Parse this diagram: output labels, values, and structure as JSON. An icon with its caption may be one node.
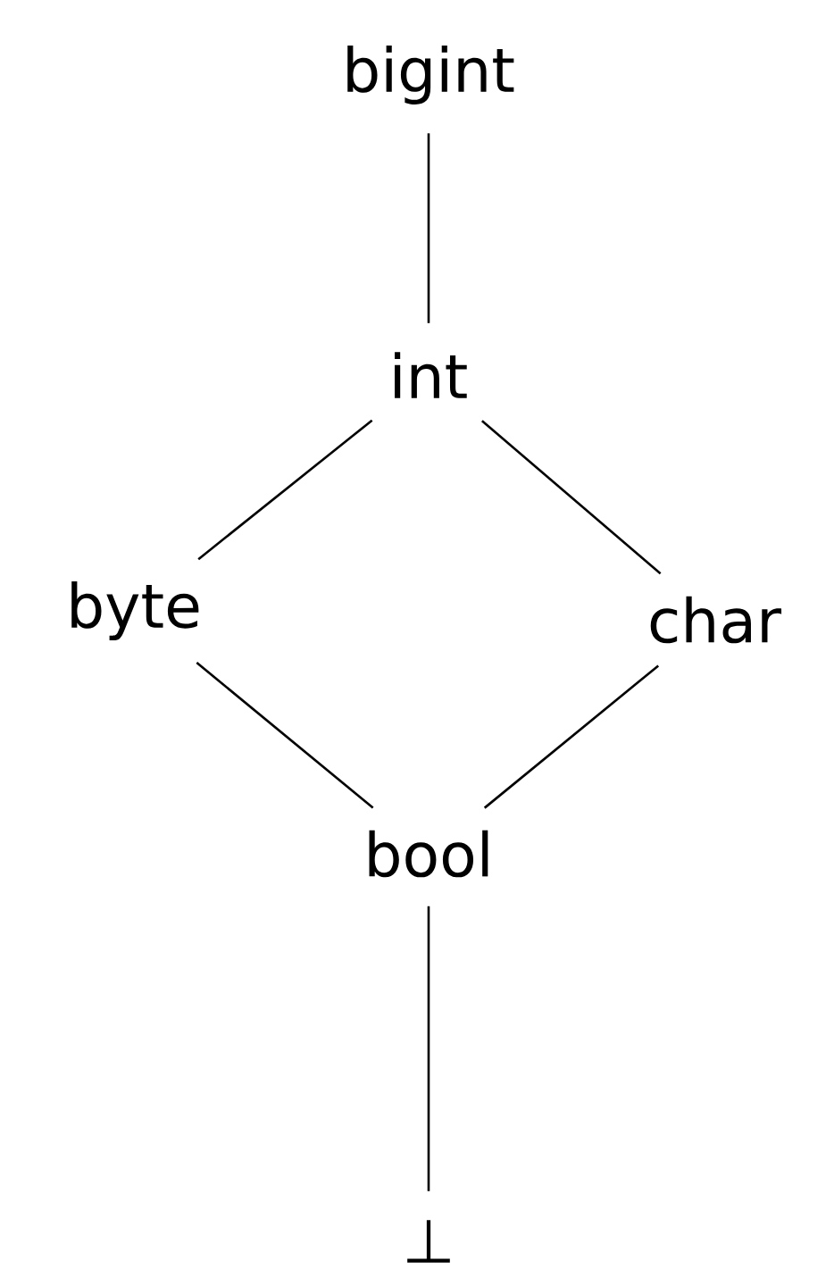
{
  "diagram": {
    "nodes": [
      {
        "text": [
          "bigint"
        ]
      },
      {
        "text": [
          "int"
        ]
      },
      {
        "text": [
          "byte"
        ]
      },
      {
        "text": [
          "char"
        ]
      },
      {
        "text": [
          "bool"
        ]
      },
      {
        "text": [
          "⊥"
        ]
      }
    ],
    "edges": [
      {
        "from": 0,
        "to": 1,
        "arrow": "none"
      },
      {
        "from": 1,
        "to": 2,
        "arrow": "none"
      },
      {
        "from": 1,
        "to": 3,
        "arrow": "none"
      },
      {
        "from": 2,
        "to": 4,
        "arrow": "none"
      },
      {
        "from": 3,
        "to": 4,
        "arrow": "none"
      },
      {
        "from": 4,
        "to": 5,
        "arrow": "none"
      }
    ]
  }
}
